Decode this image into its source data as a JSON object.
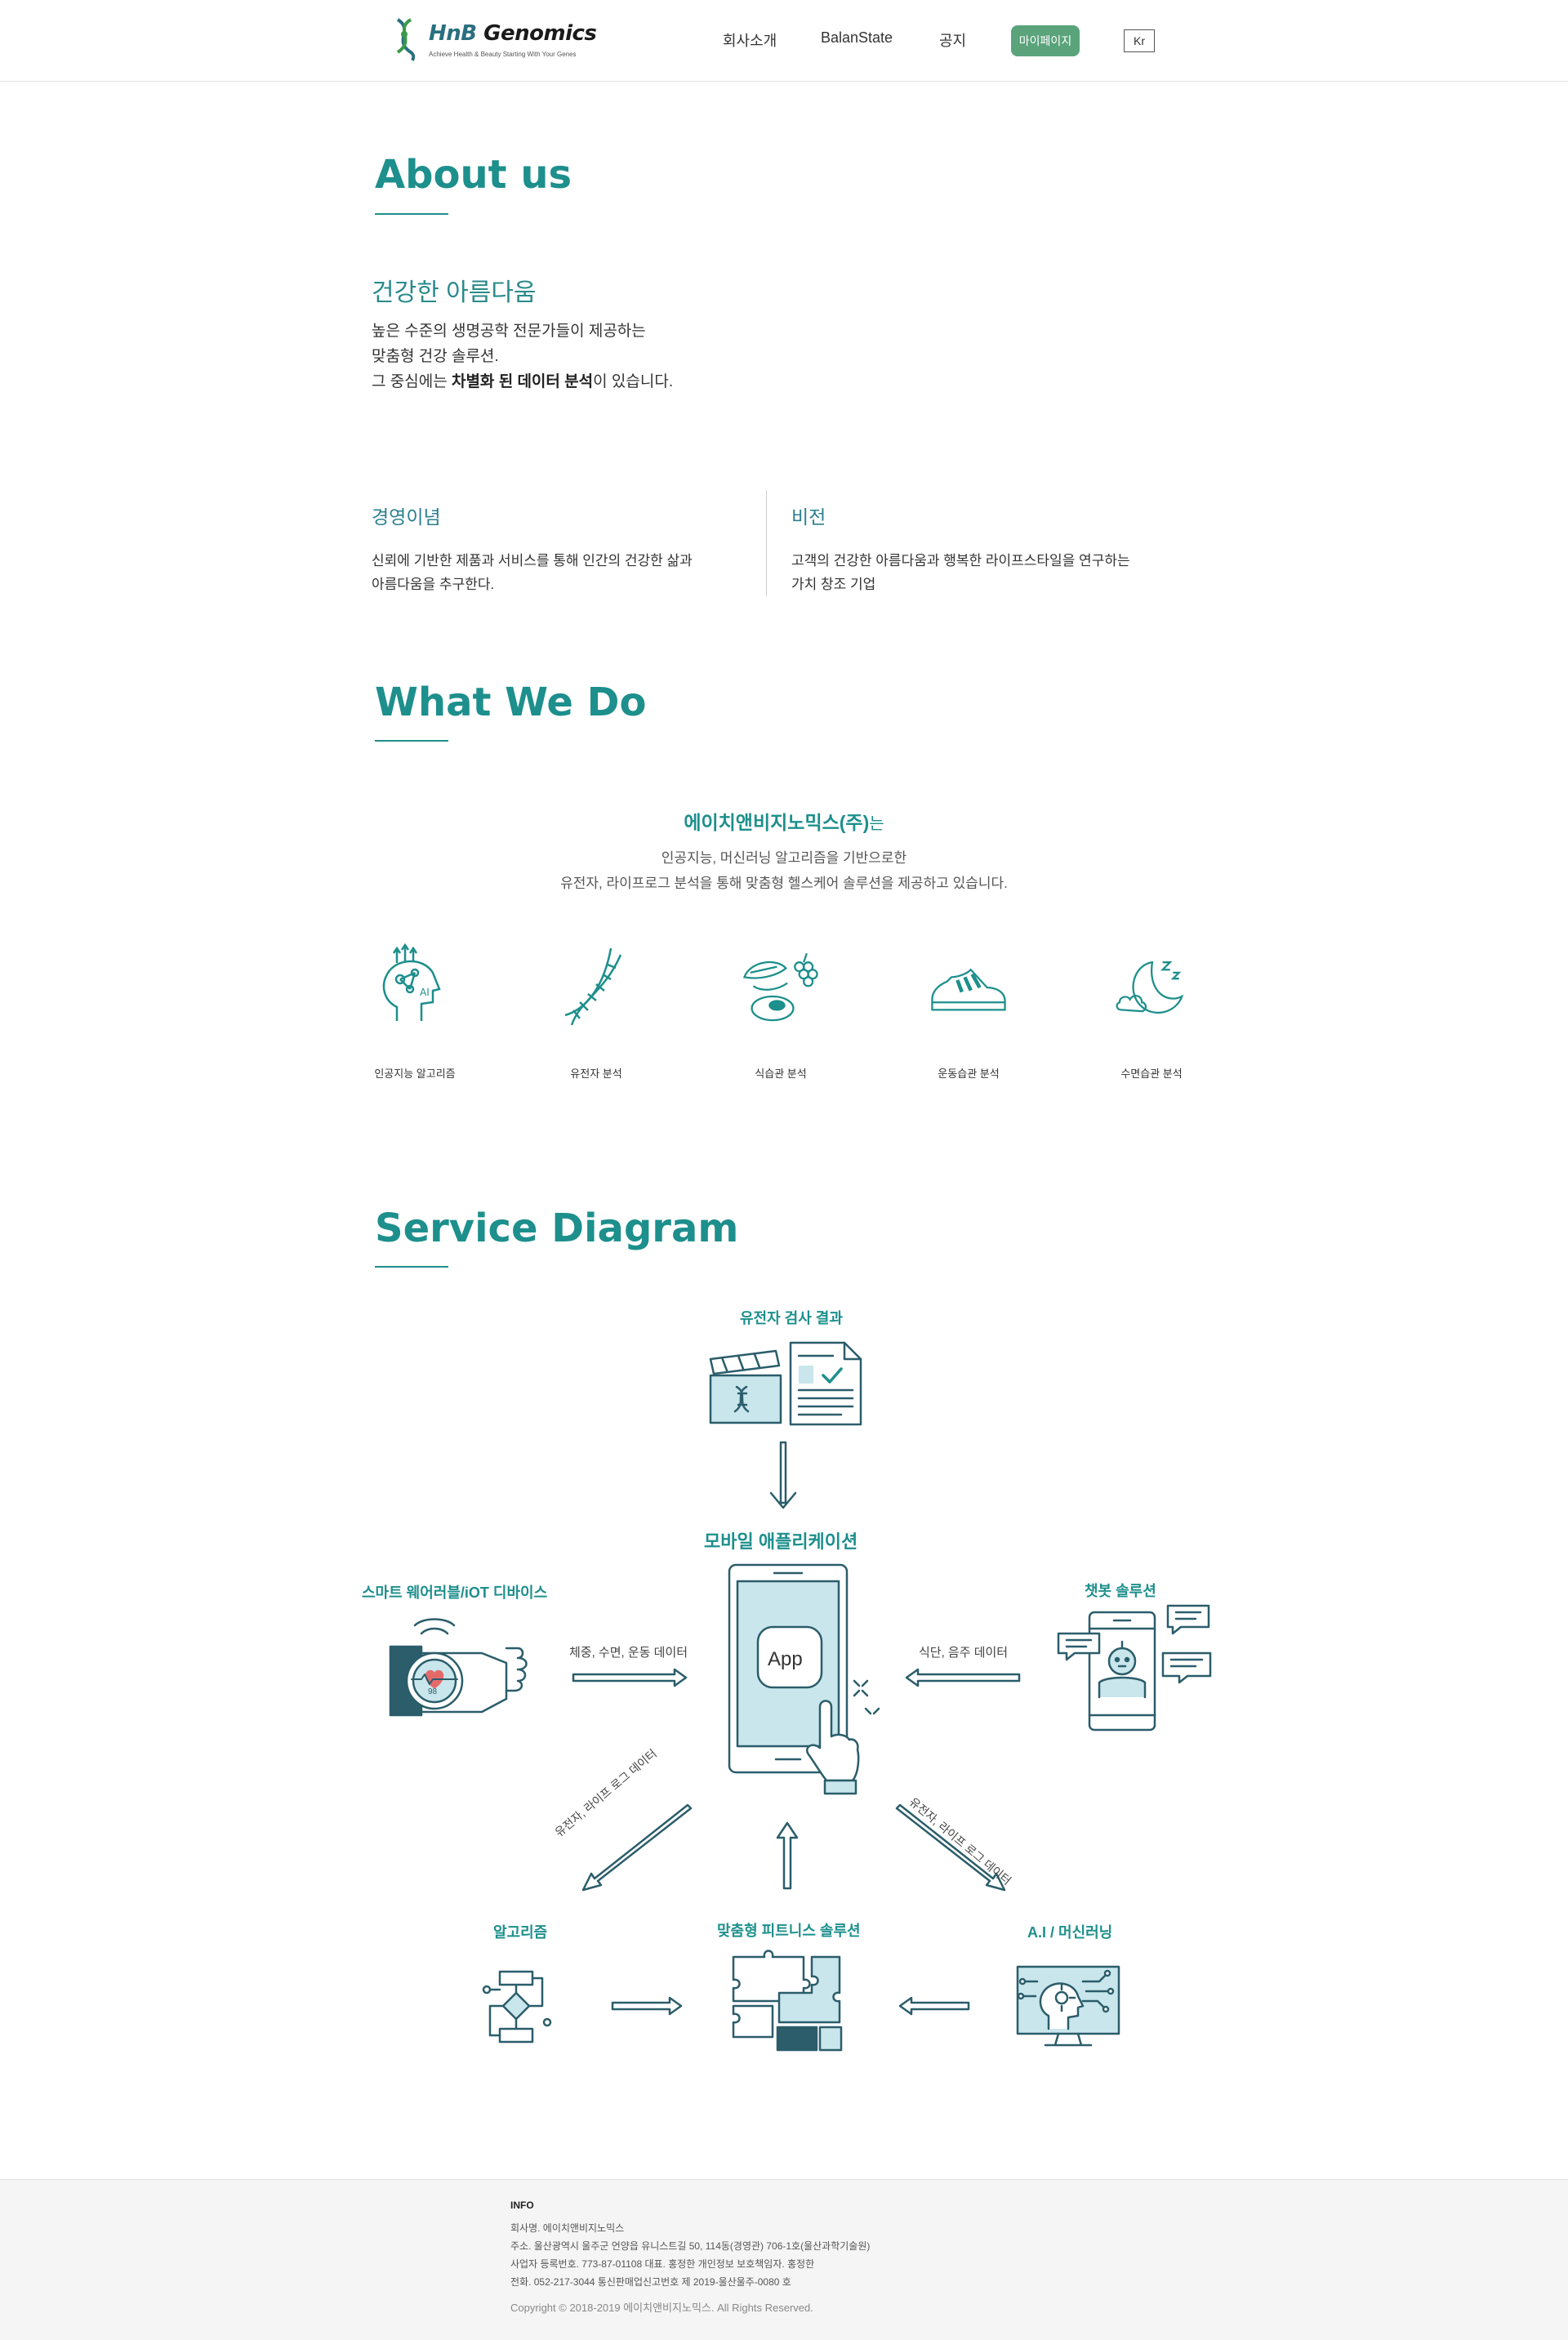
{
  "header": {
    "logo_text_hnb": "HnB",
    "logo_text_genomics": " Genomics",
    "logo_tagline": "Achieve Health & Beauty Starting With Your Genes",
    "nav": [
      "회사소개",
      "BalanState",
      "공지"
    ],
    "mypage_label": "마이페이지",
    "lang_label": "Kr"
  },
  "about": {
    "title": "About us",
    "subtitle": "건강한 아름다움",
    "line1": "높은 수준의 생명공학 전문가들이 제공하는",
    "line2": "맞춤형 건강 솔루션.",
    "line3_pre": "그 중심에는 ",
    "line3_bold": "차별화 된 데이터 분석",
    "line3_post": "이 있습니다.",
    "philosophy_title": "경영이념",
    "philosophy_l1": "신뢰에 기반한 제품과 서비스를 통해 인간의 건강한 삶과",
    "philosophy_l2": "아름다움을 추구한다.",
    "vision_title": "비전",
    "vision_l1": "고객의 건강한 아름다움과 행복한 라이프스타일을 연구하는",
    "vision_l2": "가치 창조 기업"
  },
  "what_we_do": {
    "title": "What We Do",
    "company": "에이치앤비지노믹스(주)",
    "company_suffix": "는",
    "line1": "인공지능, 머신러닝 알고리즘을 기반으로한",
    "line2": "유전자, 라이프로그 분석을 통해 맞춤형 헬스케어 솔루션을 제공하고 있습니다.",
    "features": [
      {
        "label": "인공지능 알고리즘",
        "icon": "ai-head-icon"
      },
      {
        "label": "유전자 분석",
        "icon": "dna-icon"
      },
      {
        "label": "식습관 분석",
        "icon": "food-icon"
      },
      {
        "label": "운동습관 분석",
        "icon": "sneaker-icon"
      },
      {
        "label": "수면습관 분석",
        "icon": "moon-icon"
      }
    ]
  },
  "service_diagram": {
    "title": "Service Diagram",
    "gene_result": "유전자 검사 결과",
    "mobile_app": "모바일 애플리케이션",
    "app_label": "App",
    "wearable": "스마트 웨어러블/iOT 디바이스",
    "chatbot": "챗봇 솔루션",
    "wearable_data": "체중, 수면, 운동 데이터",
    "chatbot_data": "식단, 음주 데이터",
    "lifelog_left": "유전자, 라이프 로그 데이터",
    "lifelog_right": "유전자, 라이프 로그 데이터",
    "algorithm": "알고리즘",
    "fitness": "맞춤형 피트니스 솔루션",
    "ai_ml": "A.I / 머신러닝",
    "heart_rate": "98"
  },
  "footer": {
    "title": "INFO",
    "company": "회사명. 에이치앤비지노믹스",
    "address": "주소. 울산광역시 울주군 언양읍 유니스트길 50, 114동(경영관) 706-1호(울산과학기술원)",
    "business": "사업자 등록번호. 773-87-01108    대표. 홍정한    개인정보 보호책임자. 홍정한",
    "phone": "전화. 052-217-3044    통신판매업신고번호 제 2019-울산울주-0080 호",
    "copyright": "Copyright © 2018-2019 에이치앤비지노믹스. All Rights Reserved."
  },
  "colors": {
    "teal": "#1d8f8c",
    "button_green": "#5aa37b",
    "light_blue": "#c9e6ec"
  }
}
